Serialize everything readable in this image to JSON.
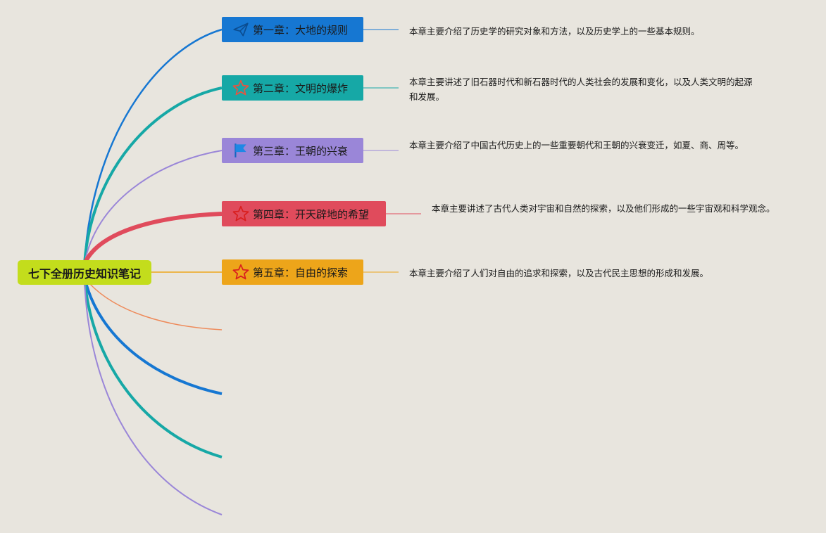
{
  "root": {
    "label": "七下全册历史知识笔记"
  },
  "chapters": [
    {
      "label": "第一章：大地的规则",
      "icon": "paper-plane-icon",
      "color": "#1677d2",
      "desc": "本章主要介绍了历史学的研究对象和方法，以及历史学上的一些基本规则。"
    },
    {
      "label": "第二章：文明的爆炸",
      "icon": "star-outline-icon",
      "color": "#16a8a6",
      "desc": "本章主要讲述了旧石器时代和新石器时代的人类社会的发展和变化，以及人类文明的起源和发展。"
    },
    {
      "label": "第三章：王朝的兴衰",
      "icon": "flag-icon",
      "color": "#9a86d8",
      "desc": "本章主要介绍了中国古代历史上的一些重要朝代和王朝的兴衰变迁，如夏、商、周等。"
    },
    {
      "label": "第四章：开天辟地的希望",
      "icon": "star-outline-icon",
      "color": "#e04b5c",
      "desc": "本章主要讲述了古代人类对宇宙和自然的探索，以及他们形成的一些宇宙观和科学观念。"
    },
    {
      "label": "第五章：自由的探索",
      "icon": "star-outline-icon",
      "color": "#eda51a",
      "desc": "本章主要介绍了人们对自由的追求和探索，以及古代民主思想的形成和发展。"
    }
  ],
  "colors": {
    "background": "#e8e5de",
    "root": "#c3dd1c",
    "empty_branches": [
      "#ee8a5a",
      "#1677d2",
      "#16a8a6",
      "#9a86d8"
    ]
  }
}
